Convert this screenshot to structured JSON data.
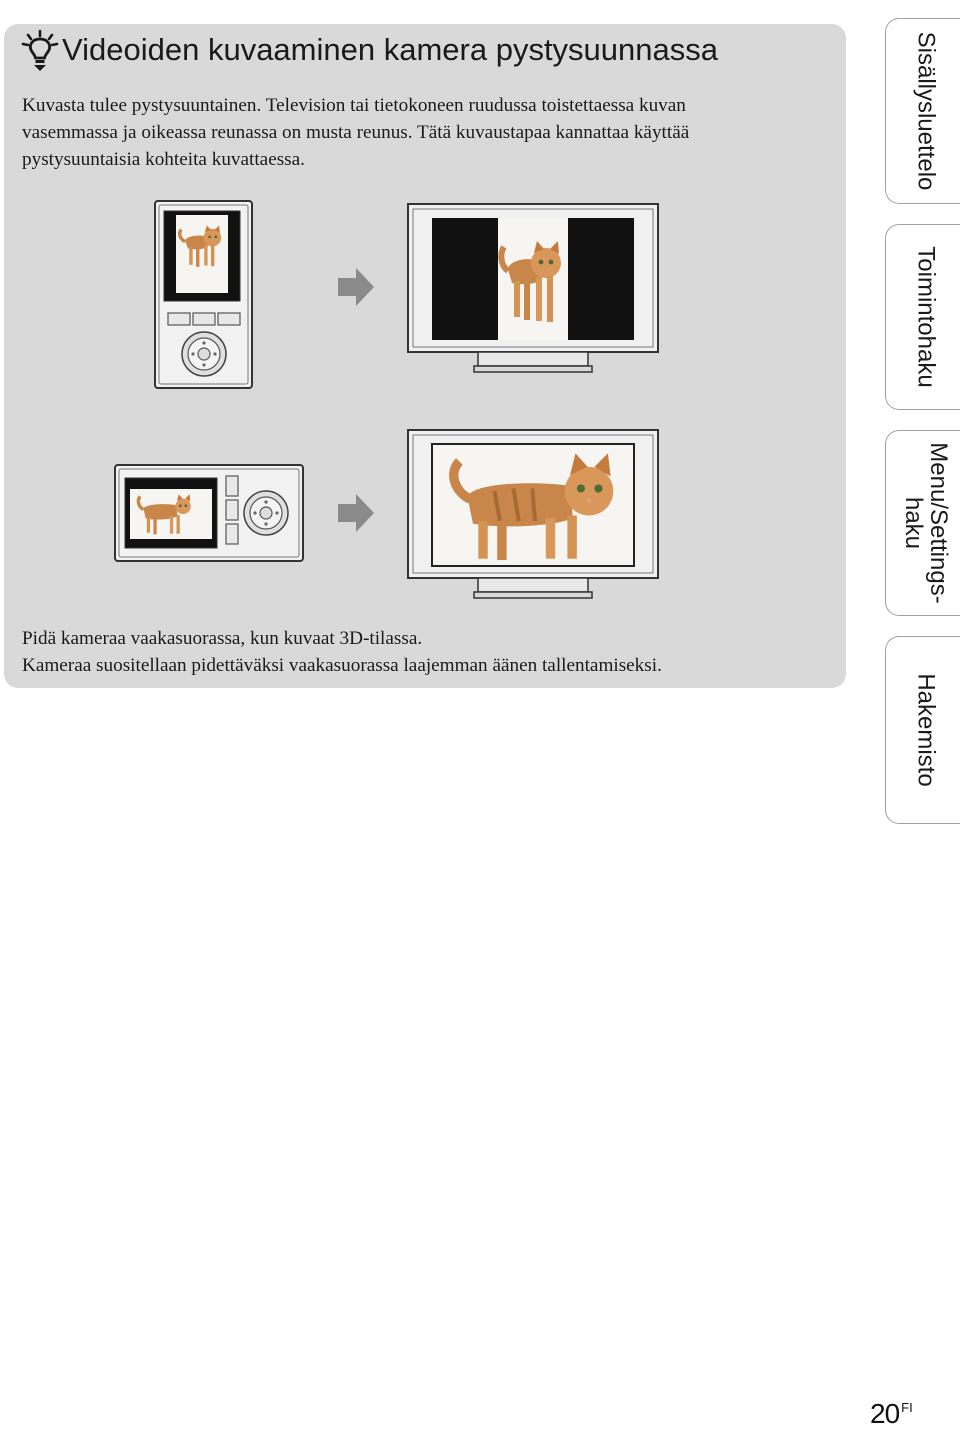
{
  "tip": {
    "icon": "lightbulb-hint-icon",
    "title": "Videoiden kuvaaminen kamera pystysuunnassa",
    "paragraph_lines": [
      "Kuvasta tulee pystysuuntainen. Television tai tietokoneen ruudussa toistettaessa kuvan",
      "vasemmassa ja oikeassa reunassa on musta reunus. Tätä kuvaustapaa kannattaa käyttää",
      "pystysuuntaisia kohteita kuvattaessa."
    ],
    "note_lines": [
      "Pidä kameraa vaakasuorassa, kun kuvaat 3D-tilassa.",
      "Kameraa suositellaan pidettäväksi vaakasuorassa laajemman äänen tallentamiseksi."
    ]
  },
  "side_tabs": [
    {
      "label": "Sisällysluettelo"
    },
    {
      "label": "Toimintohaku"
    },
    {
      "label": "Menu/Settings-haku",
      "label_line1": "Menu/Settings-",
      "label_line2": "haku"
    },
    {
      "label": "Hakemisto"
    }
  ],
  "page": {
    "number": "20",
    "lang": "FI"
  },
  "colors": {
    "tip_background": "#d9d9d9",
    "tab_border": "#9aa3aa",
    "arrow": "#8a8a8a"
  }
}
